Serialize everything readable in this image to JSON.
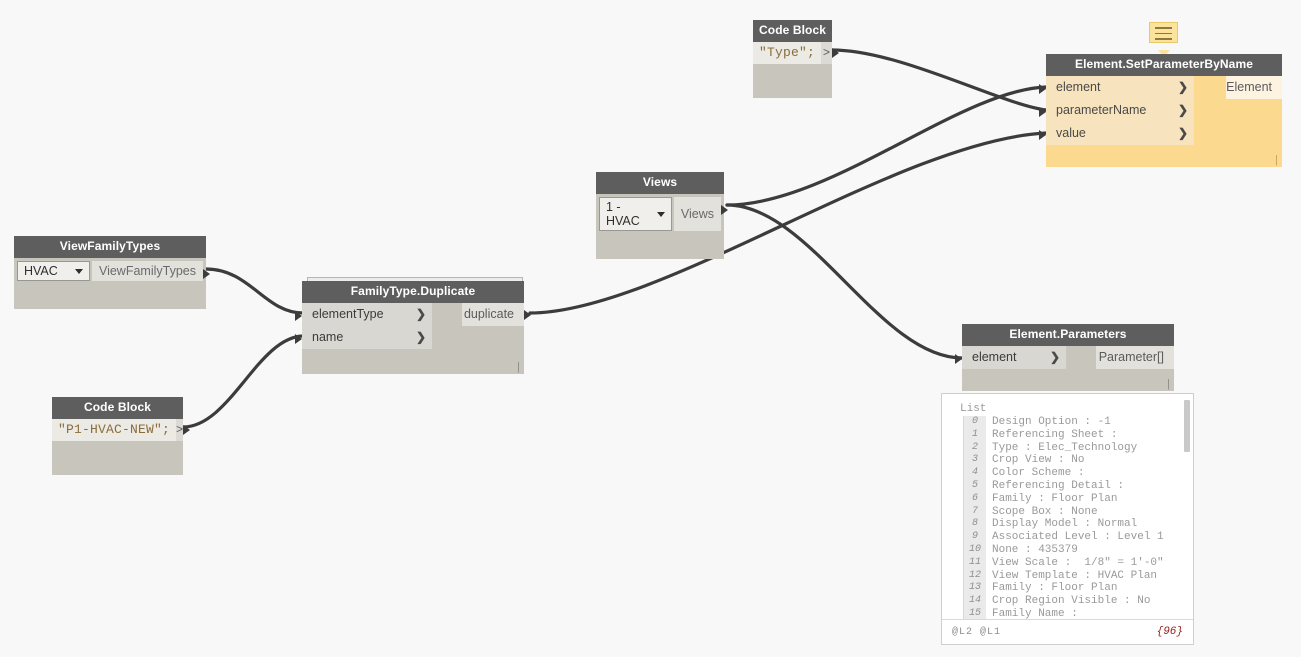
{
  "canvas": {
    "background": "#f8f8f8",
    "wire_color": "#3c3c3c"
  },
  "note": {
    "name": "note-bubble",
    "color": "#fce39b"
  },
  "nodes": {
    "code_block_type": {
      "title": "Code Block",
      "code": "\"Type\";",
      "out_port": ">"
    },
    "code_block_name": {
      "title": "Code Block",
      "code": "\"P1-HVAC-NEW\";",
      "out_port": ">"
    },
    "set_parameter": {
      "title": "Element.SetParameterByName",
      "inputs": [
        "element",
        "parameterName",
        "value"
      ],
      "outputs": [
        "Element"
      ],
      "chevron": "❯",
      "state_color": "#fbd98e",
      "resize_glyph": "⌐"
    },
    "views": {
      "title": "Views",
      "dropdown_value": "1 - HVAC",
      "outputs": [
        "Views"
      ]
    },
    "view_family_types": {
      "title": "ViewFamilyTypes",
      "dropdown_value": "HVAC",
      "outputs": [
        "ViewFamilyTypes"
      ]
    },
    "family_type_duplicate": {
      "title": "FamilyType.Duplicate",
      "inputs": [
        "elementType",
        "name"
      ],
      "outputs": [
        "duplicate"
      ],
      "chevron": "❯"
    },
    "element_parameters": {
      "title": "Element.Parameters",
      "inputs": [
        "element"
      ],
      "outputs": [
        "Parameter[]"
      ],
      "chevron": "❯"
    }
  },
  "watch_panel": {
    "label": "List",
    "levels": "@L2 @L1",
    "count": "{96}",
    "items": [
      {
        "index": "0",
        "text": "Design Option : -1"
      },
      {
        "index": "1",
        "text": "Referencing Sheet :"
      },
      {
        "index": "2",
        "text": "Type : Elec_Technology"
      },
      {
        "index": "3",
        "text": "Crop View : No"
      },
      {
        "index": "4",
        "text": "Color Scheme :"
      },
      {
        "index": "5",
        "text": "Referencing Detail :"
      },
      {
        "index": "6",
        "text": "Family : Floor Plan"
      },
      {
        "index": "7",
        "text": "Scope Box : None"
      },
      {
        "index": "8",
        "text": "Display Model : Normal"
      },
      {
        "index": "9",
        "text": "Associated Level : Level 1"
      },
      {
        "index": "10",
        "text": "None : 435379"
      },
      {
        "index": "11",
        "text": "View Scale :  1/8\" = 1'-0\""
      },
      {
        "index": "12",
        "text": "View Template : HVAC Plan"
      },
      {
        "index": "13",
        "text": "Family : Floor Plan"
      },
      {
        "index": "14",
        "text": "Crop Region Visible : No"
      },
      {
        "index": "15",
        "text": "Family Name :"
      }
    ]
  }
}
